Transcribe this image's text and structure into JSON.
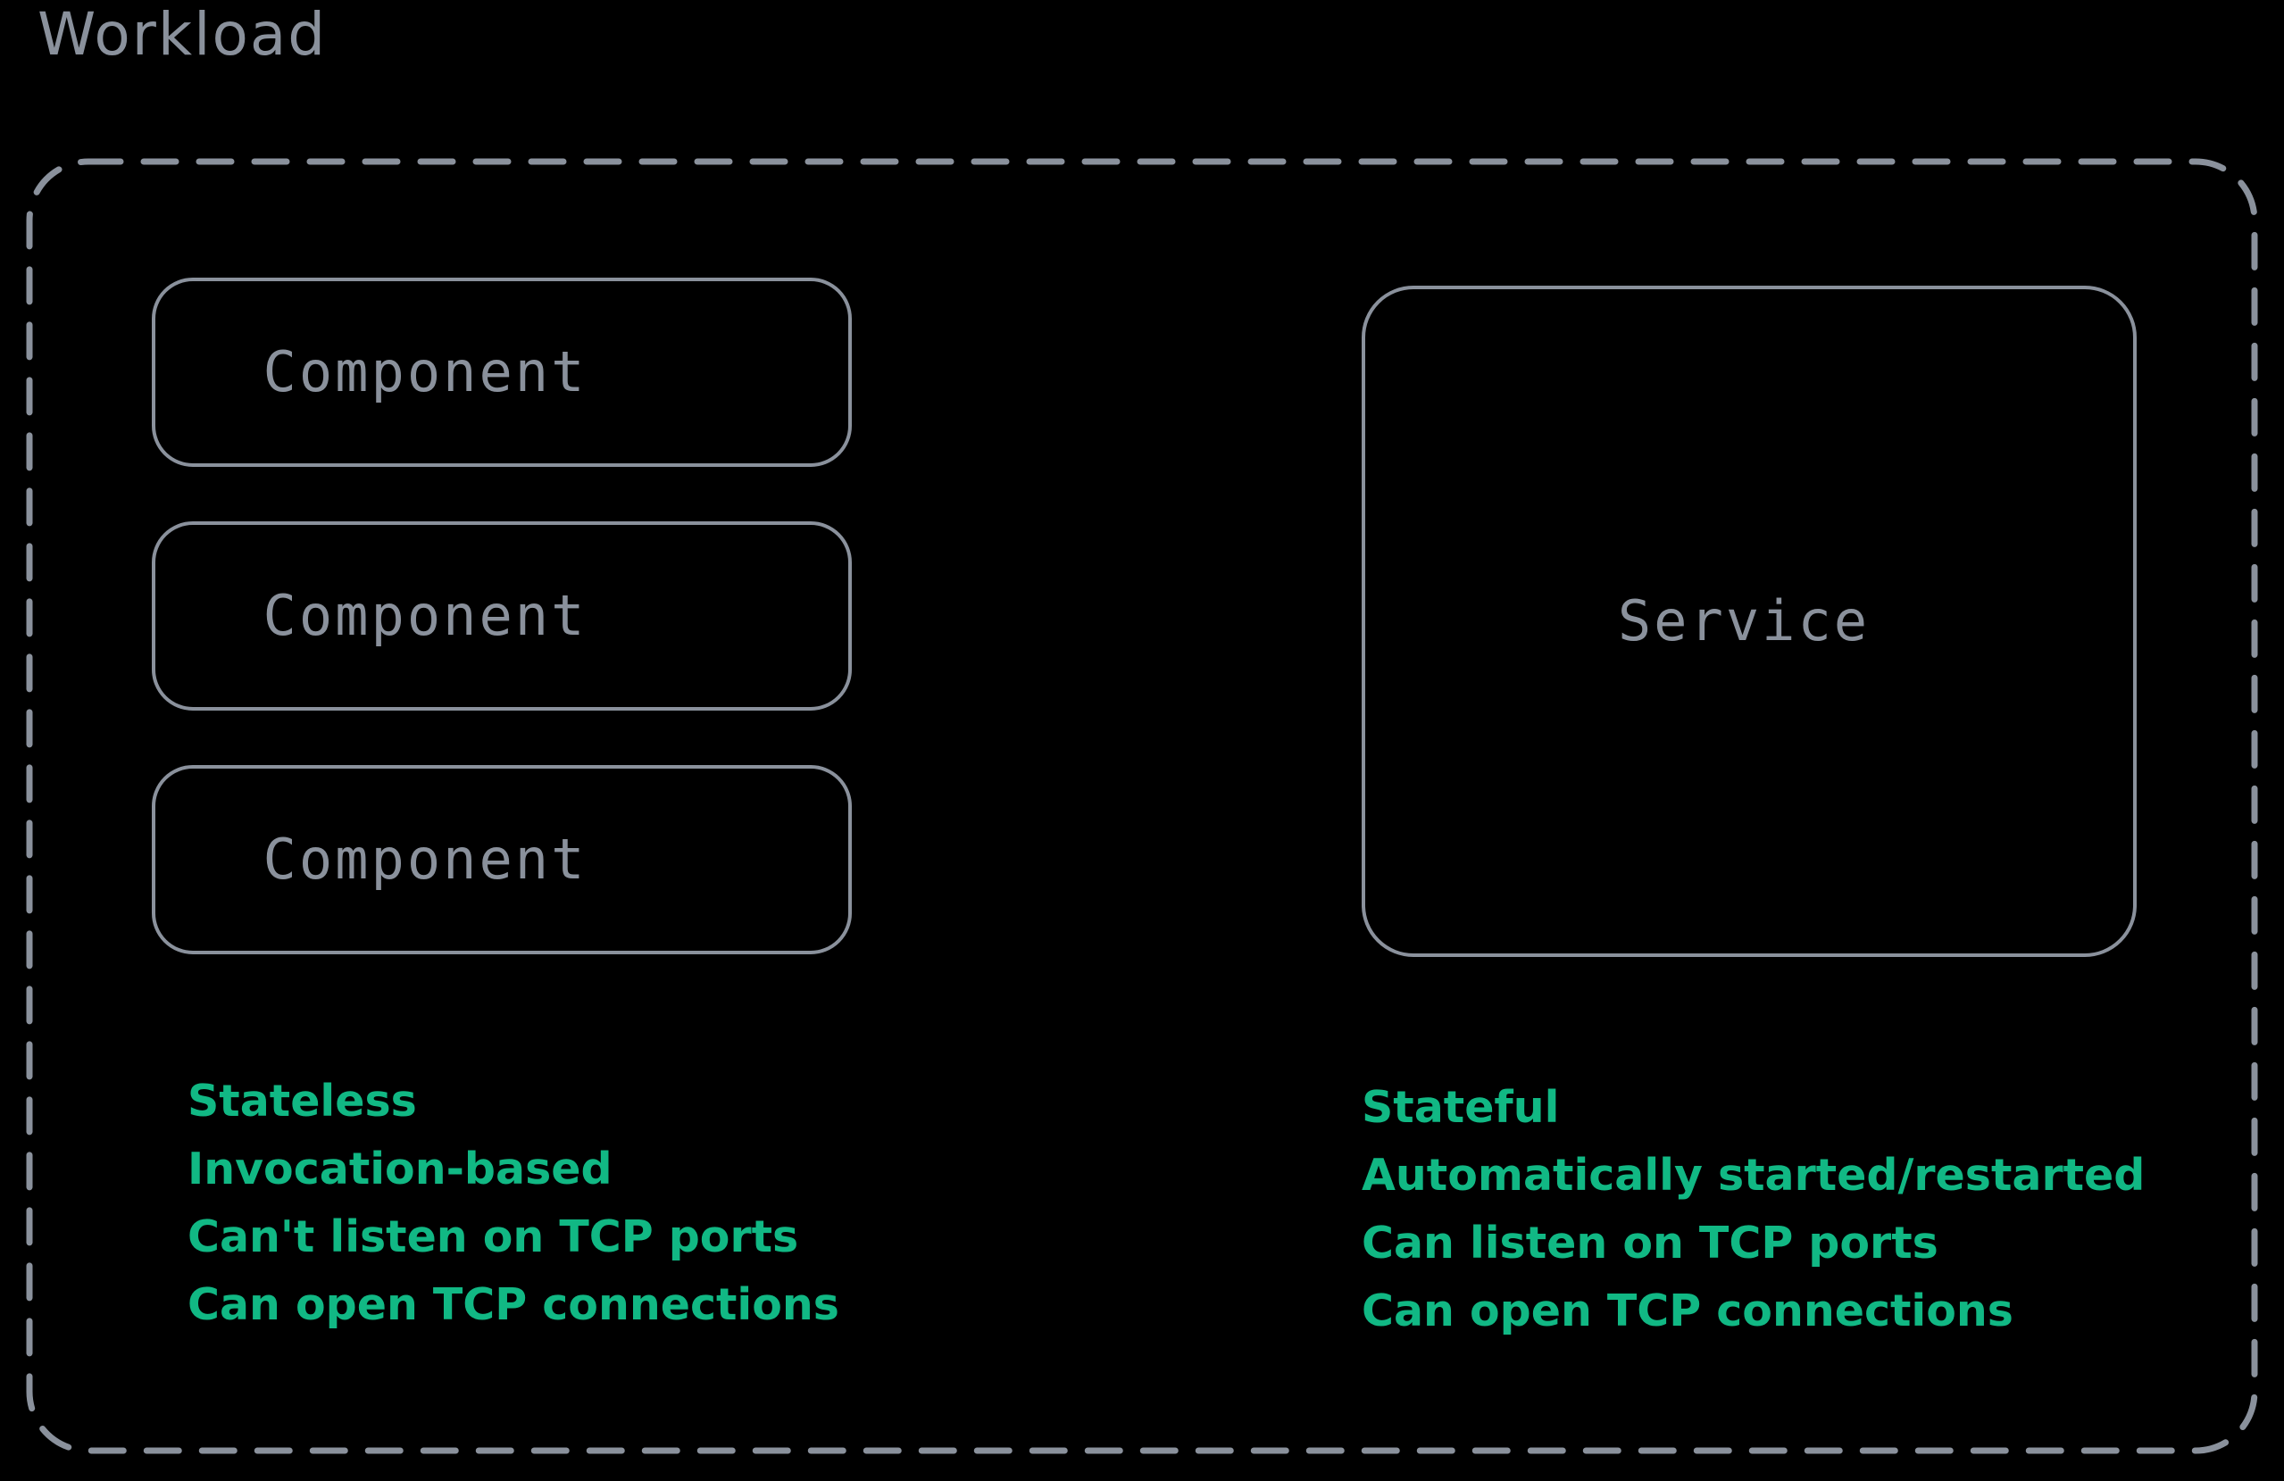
{
  "colors": {
    "background": "#000000",
    "stroke": "#8a919c",
    "accent_green": "#11b884"
  },
  "diagram": {
    "type": "nested-boxes",
    "title": "Workload",
    "container": {
      "name": "workload-container",
      "border_style": "dashed",
      "border_color": "#8a919c"
    },
    "left_group": {
      "boxes": [
        {
          "label": "Component"
        },
        {
          "label": "Component"
        },
        {
          "label": "Component"
        }
      ],
      "notes": [
        "Stateless",
        "Invocation-based",
        "Can't listen on TCP ports",
        "Can open TCP connections"
      ]
    },
    "right_group": {
      "boxes": [
        {
          "label": "Service"
        }
      ],
      "notes": [
        "Stateful",
        "Automatically started/restarted",
        "Can listen on TCP ports",
        "Can open TCP connections"
      ]
    }
  }
}
